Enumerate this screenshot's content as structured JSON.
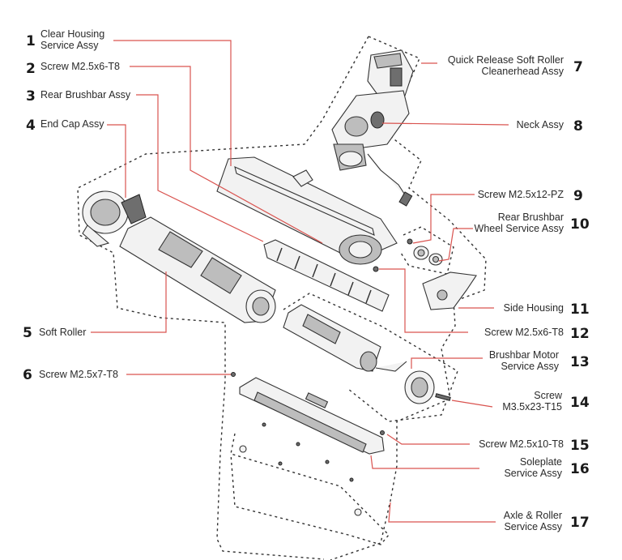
{
  "parts": [
    {
      "num": "1",
      "lines": [
        "Clear Housing",
        "Service Assy"
      ]
    },
    {
      "num": "2",
      "lines": [
        "Screw M2.5x6-T8"
      ]
    },
    {
      "num": "3",
      "lines": [
        "Rear Brushbar Assy"
      ]
    },
    {
      "num": "4",
      "lines": [
        "End Cap Assy"
      ]
    },
    {
      "num": "5",
      "lines": [
        "Soft Roller"
      ]
    },
    {
      "num": "6",
      "lines": [
        "Screw M2.5x7-T8"
      ]
    },
    {
      "num": "7",
      "lines": [
        "Quick Release Soft Roller",
        "Cleanerhead Assy"
      ]
    },
    {
      "num": "8",
      "lines": [
        "Neck Assy"
      ]
    },
    {
      "num": "9",
      "lines": [
        "Screw M2.5x12-PZ"
      ]
    },
    {
      "num": "10",
      "lines": [
        "Rear Brushbar",
        "Wheel Service Assy"
      ]
    },
    {
      "num": "11",
      "lines": [
        "Side Housing"
      ]
    },
    {
      "num": "12",
      "lines": [
        "Screw M2.5x6-T8"
      ]
    },
    {
      "num": "13",
      "lines": [
        "Brushbar Motor",
        "Service Assy"
      ]
    },
    {
      "num": "14",
      "lines": [
        "Screw",
        "M3.5x23-T15"
      ]
    },
    {
      "num": "15",
      "lines": [
        "Screw M2.5x10-T8"
      ]
    },
    {
      "num": "16",
      "lines": [
        "Soleplate",
        "Service Assy"
      ]
    },
    {
      "num": "17",
      "lines": [
        "Axle & Roller",
        "Service Assy"
      ]
    }
  ],
  "colors": {
    "leader": "#d9534f",
    "outline": "#333333",
    "text": "#1a1a1a"
  }
}
